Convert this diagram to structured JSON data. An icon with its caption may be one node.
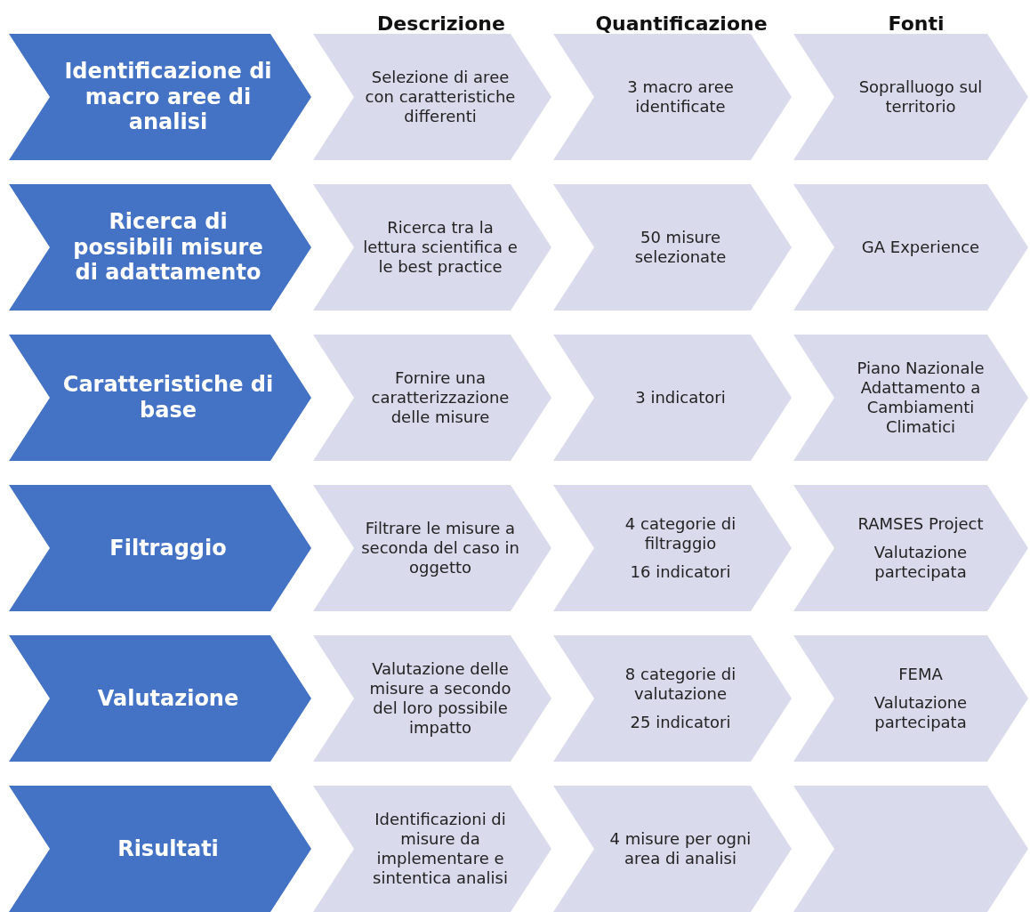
{
  "diagram": {
    "nodes": [
      {
        "text": [
          "Identificazione di macro aree di analisi"
        ]
      },
      {
        "text": [
          "Selezione di aree con caratteristiche differenti"
        ]
      },
      {
        "text": [
          "3 macro aree identificate"
        ]
      },
      {
        "text": [
          "Sopralluogo sul territorio"
        ]
      },
      {
        "text": [
          "Ricerca di possibili misure di adattamento"
        ]
      },
      {
        "text": [
          "Ricerca tra la lettura scientifica e le best practice"
        ]
      },
      {
        "text": [
          "50 misure selezionate"
        ]
      },
      {
        "text": [
          "GA Experience"
        ]
      },
      {
        "text": [
          "Caratteristiche di base"
        ]
      },
      {
        "text": [
          "Fornire una caratterizzazione delle misure"
        ]
      },
      {
        "text": [
          "3 indicatori"
        ]
      },
      {
        "text": [
          "Piano Nazionale Adattamento a Cambiamenti Climatici"
        ]
      },
      {
        "text": [
          "Filtraggio"
        ]
      },
      {
        "text": [
          "Filtrare le misure a seconda del caso in oggetto"
        ]
      },
      {
        "text": [
          "4 categorie di filtraggio",
          "16 indicatori"
        ]
      },
      {
        "text": [
          "RAMSES Project",
          "Valutazione partecipata"
        ]
      },
      {
        "text": [
          "Valutazione"
        ]
      },
      {
        "text": [
          "Valutazione delle misure a secondo del loro possibile impatto"
        ]
      },
      {
        "text": [
          "8 categorie di valutazione",
          "25 indicatori"
        ]
      },
      {
        "text": [
          "FEMA",
          "Valutazione partecipata"
        ]
      },
      {
        "text": [
          "Risultati"
        ]
      },
      {
        "text": [
          "Identificazioni di misure da implementare e sintentica analisi"
        ]
      },
      {
        "text": [
          "4 misure per ogni area di analisi"
        ]
      },
      {
        "text": [],
        "shape": "chevron"
      }
    ],
    "labels": [
      "Descrizione",
      "Quantificazione",
      "Fonti"
    ]
  }
}
